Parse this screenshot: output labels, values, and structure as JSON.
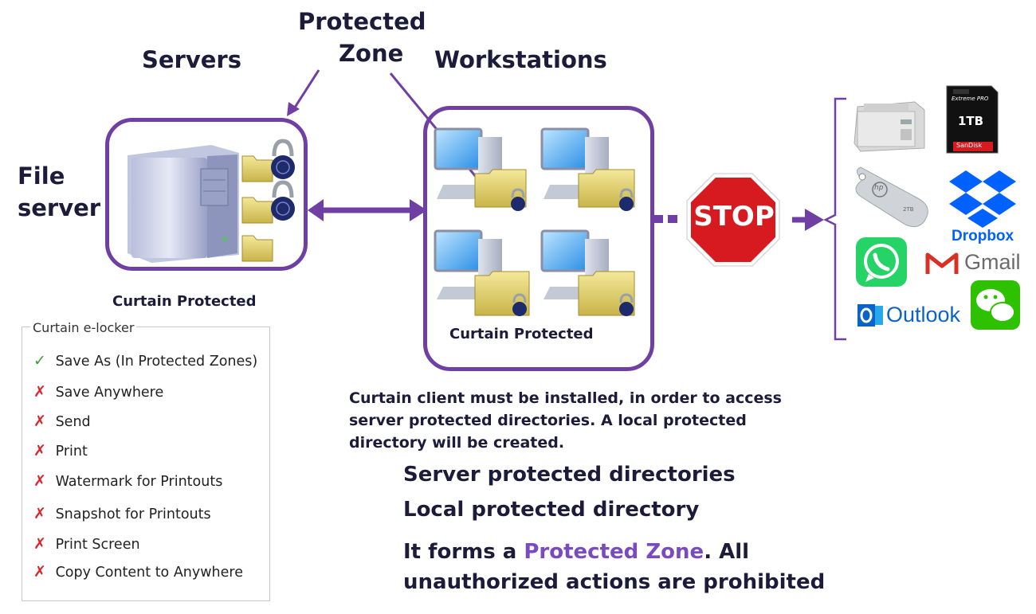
{
  "labels": {
    "servers": "Servers",
    "protected_zone_line1": "Protected",
    "protected_zone_line2": "Zone",
    "workstations": "Workstations",
    "file_server_line1": "File",
    "file_server_line2": "server",
    "stop_sign": "STOP",
    "dropbox": "Dropbox",
    "gmail": "Gmail",
    "outlook": "Outlook",
    "server_caption": "Curtain Protected",
    "workstation_caption": "Curtain Protected",
    "sd_card_size": "1TB",
    "sd_card_brand": "SanDisk",
    "sd_card_model": "Extreme PRO",
    "usb_brand": "hp",
    "usb_size": "2TB"
  },
  "description": {
    "line1": "Curtain client must be installed, in order to access",
    "line2": "server protected directories.  A local protected",
    "line3": "directory will be created."
  },
  "points": {
    "point1": "Server protected directories",
    "point2": "Local protected directory",
    "point3_prefix": "It forms a ",
    "point3_highlight": "Protected Zone",
    "point3_suffix": ".  All",
    "point3_line2": "unauthorized actions are prohibited"
  },
  "elocker": {
    "title": "Curtain e-locker",
    "items": [
      {
        "mark": "✓",
        "status": "allowed",
        "label": "Save As (In Protected Zones)"
      },
      {
        "mark": "✗",
        "status": "blocked",
        "label": "Save Anywhere"
      },
      {
        "mark": "✗",
        "status": "blocked",
        "label": "Send"
      },
      {
        "mark": "✗",
        "status": "blocked",
        "label": "Print"
      },
      {
        "mark": "✗",
        "status": "blocked",
        "label": "Watermark for Printouts"
      },
      {
        "mark": "✗",
        "status": "blocked",
        "label": "Snapshot for Printouts"
      },
      {
        "mark": "✗",
        "status": "blocked",
        "label": "Print Screen"
      },
      {
        "mark": "✗",
        "status": "blocked",
        "label": "Copy Content to Anywhere"
      }
    ]
  },
  "colors": {
    "accent": "#6f3fa3",
    "stop_red": "#d71920",
    "allowed_green": "#36a32f",
    "blocked_red": "#d7262b",
    "dropbox_blue": "#0061fe",
    "outlook_blue": "#0a64c8",
    "whatsapp_green": "#25d366",
    "wechat_green": "#2dc100"
  },
  "icons": [
    "server-tower-icon",
    "locked-folder-icon",
    "workstation-icon",
    "stop-sign-icon",
    "printer-icon",
    "sd-card-icon",
    "usb-drive-icon",
    "dropbox-icon",
    "whatsapp-icon",
    "gmail-icon",
    "outlook-icon",
    "wechat-icon"
  ]
}
